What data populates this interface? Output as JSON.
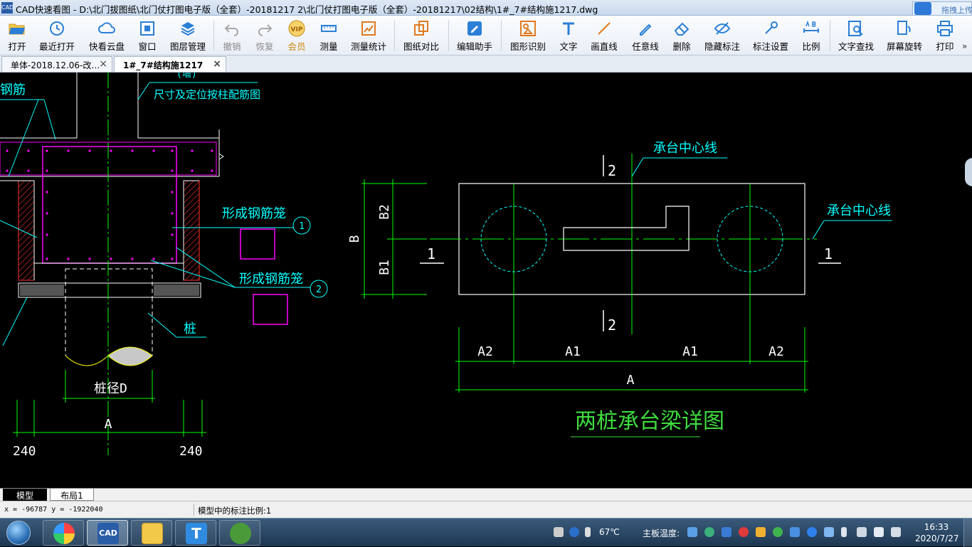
{
  "window": {
    "app_icon_text": "CAD",
    "title": "CAD快速看图 - D:\\北门拔图纸\\北门仗打图电子版（全套）-20181217 2\\北门仗打图电子版（全套）-20181217\\02结构\\1#_7#结构施1217.dwg",
    "cloud_button_label": "拖拽上传"
  },
  "toolbar": {
    "open": "打开",
    "recent": "最近打开",
    "cloud": "快看云盘",
    "window": "窗口",
    "layers": "图层管理",
    "undo": "撤销",
    "redo": "恢复",
    "vip": "会员",
    "vip_badge": "VIP",
    "measure": "测量",
    "measure_stats": "测量统计",
    "compare": "图纸对比",
    "edit_helper": "编辑助手",
    "shape_recog": "图形识别",
    "text": "文字",
    "line": "画直线",
    "freehand": "任意线",
    "delete": "删除",
    "hide_dim": "隐藏标注",
    "dim_settings": "标注设置",
    "scale": "比例",
    "text_search": "文字查找",
    "rotate": "屏幕旋转",
    "print": "打印",
    "more": "»"
  },
  "tabs": [
    {
      "label": "单体-2018.12.06-改…",
      "close": "×"
    },
    {
      "label": "1#_7#结构施1217",
      "close": "×"
    }
  ],
  "drawing": {
    "left": {
      "rebar_label": "钢筋",
      "wall_note_top": "(墙)",
      "wall_note": "尺寸及定位按柱配筋图",
      "cage1": "形成钢筋笼",
      "cage2": "形成钢筋笼",
      "marker1": "1",
      "marker2": "2",
      "pile": "桩",
      "pile_dia": "桩径D",
      "dim_a": "A",
      "dim_240_left": "240",
      "dim_240_right": "240"
    },
    "right": {
      "center_line_top": "承台中心线",
      "center_line_right": "承台中心线",
      "sec2_top": "2",
      "sec2_bottom": "2",
      "sec1_left": "1",
      "sec1_right": "1",
      "dim_b": "B",
      "dim_b1": "B1",
      "dim_b2": "B2",
      "dim_a2_left": "A2",
      "dim_a1_left": "A1",
      "dim_a1_right": "A1",
      "dim_a2_right": "A2",
      "dim_a": "A",
      "title": "两桩承台梁详图"
    },
    "colors": {
      "green": "#00ff00",
      "cyan": "#00ffff",
      "magenta": "#ff00ff",
      "white": "#ffffff",
      "red": "#ff3030",
      "yellow": "#ffff00",
      "title_green": "#3fdc3f"
    }
  },
  "layout_tabs": {
    "model": "模型",
    "layout1": "布局1"
  },
  "status": {
    "coords": "x = -96787  y = -1922040",
    "scale_text": "模型中的标注比例:1"
  },
  "taskbar": {
    "cad_label": "CAD",
    "temperature": "67℃",
    "board_temp_label": "主板温度:",
    "time": "16:33",
    "date": "2020/7/27"
  }
}
